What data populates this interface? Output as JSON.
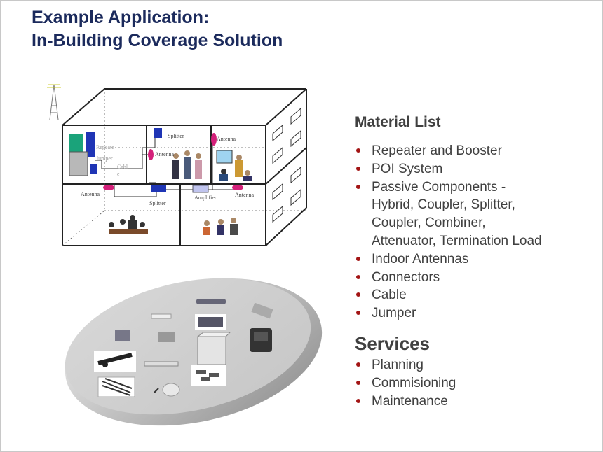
{
  "slide": {
    "title_line1": "Example Application:",
    "title_line2": "In-Building Coverage Solution"
  },
  "diagram": {
    "labels": {
      "splitter_top": "Splitter",
      "antenna_top_right": "Antenna",
      "repeater": "Repeate",
      "jumper": "Jumper",
      "antenna_mid": "Antenna",
      "cable": "Cabl",
      "cable_e": "e",
      "antenna_left": "Antenna",
      "splitter_bottom": "Splitter",
      "amplifier": "Amplifier",
      "antenna_right": "Antenna"
    }
  },
  "material_list": {
    "heading": "Material List",
    "items": [
      "Repeater and Booster",
      "POI System",
      "Passive Components -\nHybrid, Coupler, Splitter,\nCoupler, Combiner,\nAttenuator, Termination Load",
      "Indoor Antennas",
      "Connectors",
      "Cable",
      "Jumper"
    ]
  },
  "services": {
    "heading": "Services",
    "items": [
      "Planning",
      "Commisioning",
      "Maintenance"
    ]
  },
  "colors": {
    "title": "#1b2a5c",
    "body_text": "#404040",
    "bullet": "#a31515",
    "device_blue": "#1f35b5",
    "antenna_magenta": "#d4207a",
    "repeater_teal": "#1aa37a"
  }
}
